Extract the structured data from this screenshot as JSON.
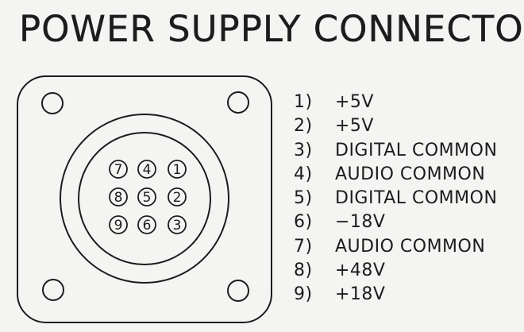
{
  "title": "POWER SUPPLY CONNECTOR",
  "connector": {
    "pins_grid": [
      [
        "7",
        "4",
        "1"
      ],
      [
        "8",
        "5",
        "2"
      ],
      [
        "9",
        "6",
        "3"
      ]
    ]
  },
  "pin_assignments": [
    {
      "number": "1)",
      "label": "+5V"
    },
    {
      "number": "2)",
      "label": "+5V"
    },
    {
      "number": "3)",
      "label": "DIGITAL COMMON"
    },
    {
      "number": "4)",
      "label": "AUDIO COMMON"
    },
    {
      "number": "5)",
      "label": "DIGITAL COMMON"
    },
    {
      "number": "6)",
      "label": "−18V"
    },
    {
      "number": "7)",
      "label": "AUDIO COMMON"
    },
    {
      "number": "8)",
      "label": "+48V"
    },
    {
      "number": "9)",
      "label": "+18V"
    }
  ]
}
